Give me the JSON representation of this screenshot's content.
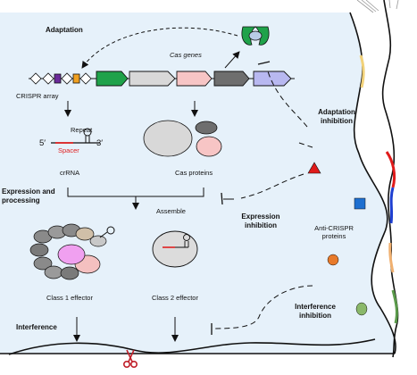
{
  "labels": {
    "adaptation": "Adaptation",
    "cas_genes": "Cas genes",
    "crispr_array": "CRISPR array",
    "repeat": "Repeat",
    "five_prime": "5′",
    "three_prime": "3′",
    "spacer": "Spacer",
    "crrna": "crRNA",
    "cas_proteins": "Cas proteins",
    "expression_and": "Expression and",
    "processing": "processing",
    "assemble": "Assemble",
    "class1": "Class 1 effector",
    "class2": "Class 2 effector",
    "interference": "Interference",
    "adaptation_inhibition_1": "Adaptation",
    "adaptation_inhibition_2": "inhibition",
    "expression_inhibition_1": "Expression",
    "expression_inhibition_2": "inhibition",
    "anti_crispr_1": "Anti-CRISPR",
    "anti_crispr_2": "proteins",
    "interference_inhibition_1": "Interference",
    "interference_inhibition_2": "inhibition"
  },
  "colors": {
    "cell_fill": "#e6f1fa",
    "cas_gene_green": "#1fa24a",
    "cas_gene_gray": "#d8d8d8",
    "cas_gene_pink": "#f7c5c5",
    "cas_gene_dark": "#6e6e6e",
    "cas_gene_lavender": "#b8b8f0",
    "spacer_purple": "#6a2a9a",
    "spacer_orange": "#f0a020",
    "acr_red": "#e01b1b",
    "acr_blue": "#1e6fd0",
    "acr_orange": "#e87a2a",
    "acr_green": "#8ab86a"
  }
}
